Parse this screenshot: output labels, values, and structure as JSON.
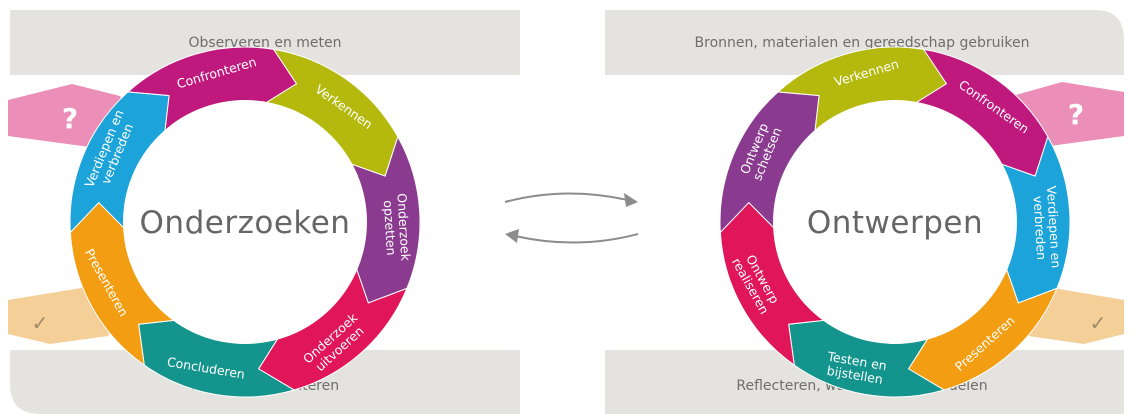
{
  "bars": {
    "top_left": "Observeren en meten",
    "top_right": "Bronnen, materialen en gereedschap gebruiken",
    "bottom_left": "Denkwijzen hanteren",
    "bottom_right": "Reflecteren, waarderen en oordelen"
  },
  "cycles": [
    {
      "id": "onderzoeken",
      "title": "Onderzoeken",
      "segments": [
        {
          "lines": [
            "Confronteren"
          ],
          "color": "#c0197e"
        },
        {
          "lines": [
            "Verkennen"
          ],
          "color": "#b5b90e"
        },
        {
          "lines": [
            "Onderzoek",
            "opzetten"
          ],
          "color": "#8a3b8f"
        },
        {
          "lines": [
            "Onderzoek",
            "uitvoeren"
          ],
          "color": "#e0155a"
        },
        {
          "lines": [
            "Concluderen"
          ],
          "color": "#13948c"
        },
        {
          "lines": [
            "Presenteren"
          ],
          "color": "#f29d12"
        },
        {
          "lines": [
            "Verdiepen en",
            "verbreden"
          ],
          "color": "#1ca3d9"
        }
      ]
    },
    {
      "id": "ontwerpen",
      "title": "Ontwerpen",
      "segments": [
        {
          "lines": [
            "Verkennen"
          ],
          "color": "#b5b90e"
        },
        {
          "lines": [
            "Confronteren"
          ],
          "color": "#c0197e"
        },
        {
          "lines": [
            "Verdiepen en",
            "verbreden"
          ],
          "color": "#1ca3d9"
        },
        {
          "lines": [
            "Presenteren"
          ],
          "color": "#f29d12"
        },
        {
          "lines": [
            "Testen en",
            "bijstellen"
          ],
          "color": "#13948c"
        },
        {
          "lines": [
            "Ontwerp",
            "realiseren"
          ],
          "color": "#e0155a"
        },
        {
          "lines": [
            "Ontwerp",
            "schetsen"
          ],
          "color": "#8a3b8f"
        }
      ]
    }
  ],
  "tags": {
    "question": {
      "symbol": "?",
      "color": "#ec8fb8"
    },
    "check": {
      "symbol": "✓",
      "color": "#f4cf98"
    }
  },
  "colors": {
    "bar_fill": "#e4e3df",
    "arrow": "#8c8c8c"
  }
}
